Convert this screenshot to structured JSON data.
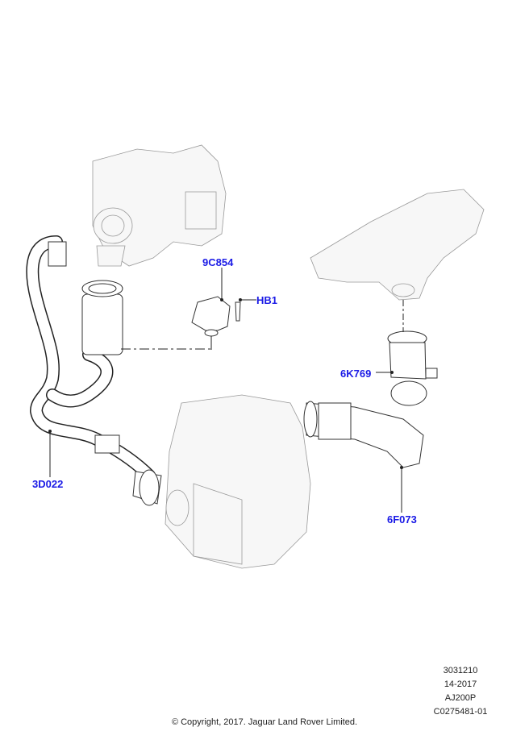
{
  "callouts": {
    "c9C854": "9C854",
    "cHB1": "HB1",
    "c6K769": "6K769",
    "c3D022": "3D022",
    "c6F073": "6F073"
  },
  "meta": {
    "line1": "3031210",
    "line2": "14-2017",
    "line3": "AJ200P",
    "line4": "C0275481-01"
  },
  "copyright": "© Copyright, 2017. Jaguar Land Rover Limited.",
  "colors": {
    "callout": "#1a1ae6"
  }
}
